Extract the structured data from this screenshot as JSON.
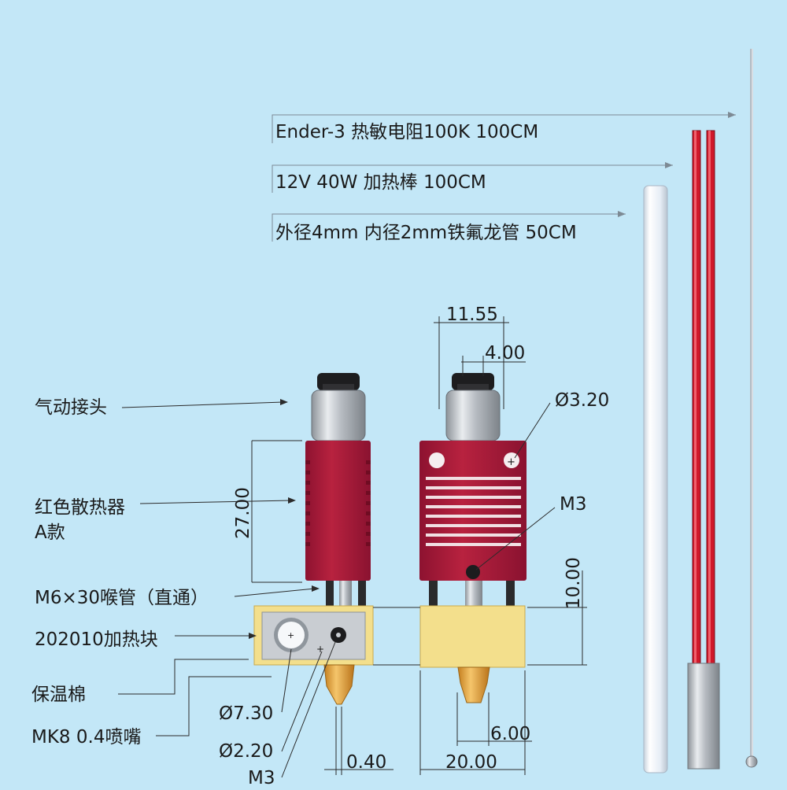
{
  "colors": {
    "background": "#c3e7f7",
    "heatsink_red": "#a71b3a",
    "heater_block_gold": "#f3df8c",
    "nozzle_brass": "#e2a23d",
    "wire_red": "#d0182a",
    "ptfe_tube": "#eef4fb",
    "steel": "#b7bcc2"
  },
  "parts": {
    "thermistor": "Ender-3 热敏电阻100K 100CM",
    "heater_cartridge": "12V 40W 加热棒 100CM",
    "ptfe_tube": "外径4mm 内径2mm铁氟龙管 50CM",
    "pneumatic_fitting": "气动接头",
    "heatsink_line1": "红色散热器",
    "heatsink_line2": "A款",
    "throat": "M6×30喉管（直通）",
    "heater_block": "202010加热块",
    "insulation": "保温棉",
    "nozzle": "MK8 0.4喷嘴"
  },
  "dimensions": {
    "top_width": "11.55",
    "top_inner": "4.00",
    "hole_diameter": "Ø3.20",
    "screw_m3_right": "M3",
    "heatsink_height": "27.00",
    "block_height": "10.00",
    "block_hole_large": "Ø7.30",
    "block_hole_small": "Ø2.20",
    "screw_m3_left": "M3",
    "nozzle_tip": "0.40",
    "nozzle_offset": "6.00",
    "block_width": "20.00"
  }
}
